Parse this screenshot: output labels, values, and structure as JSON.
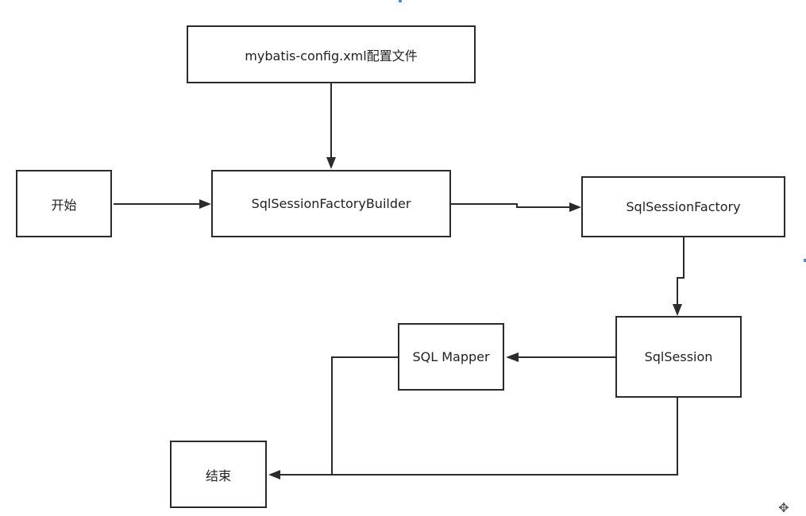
{
  "nodes": {
    "config": "mybatis-config.xml配置文件",
    "start": "开始",
    "builder": "SqlSessionFactoryBuilder",
    "factory": "SqlSessionFactory",
    "session": "SqlSession",
    "mapper": "SQL Mapper",
    "end": "结束"
  },
  "edges": [
    {
      "from": "config",
      "to": "builder"
    },
    {
      "from": "start",
      "to": "builder"
    },
    {
      "from": "builder",
      "to": "factory"
    },
    {
      "from": "factory",
      "to": "session"
    },
    {
      "from": "session",
      "to": "mapper"
    },
    {
      "from": "mapper",
      "to": "end"
    },
    {
      "from": "session",
      "to": "end"
    }
  ],
  "colors": {
    "stroke": "#2b2b2b",
    "background": "#ffffff",
    "text": "#222222"
  },
  "icons": {
    "move_handle": "move-icon"
  }
}
